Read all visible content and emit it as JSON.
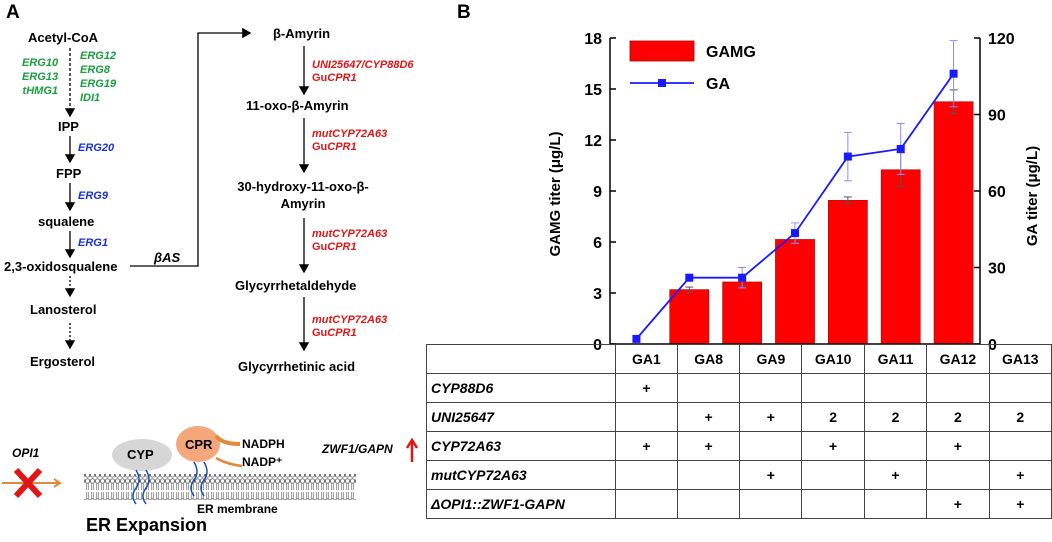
{
  "panelA": {
    "letter": "A",
    "left_pathway": {
      "acetyl": "Acetyl-CoA",
      "mva_genes_left": [
        "ERG10",
        "ERG13",
        "tHMG1"
      ],
      "mva_genes_right": [
        "ERG12",
        "ERG8",
        "ERG19",
        "IDI1"
      ],
      "ipp": "IPP",
      "erg20": "ERG20",
      "fpp": "FPP",
      "erg9": "ERG9",
      "squalene": "squalene",
      "erg1": "ERG1",
      "oxidosqualene": "2,3-oxidosqualene",
      "lanosterol": "Lanosterol",
      "ergosterol": "Ergosterol",
      "bas": "βAS"
    },
    "right_pathway": {
      "amyrin": "β-Amyrin",
      "step1_gene": "UNI25647/CYP88D6",
      "step1_prefix": "Gu",
      "step1_cpr": "CPR1",
      "oxo_amyrin": "11-oxo-β-Amyrin",
      "step2_gene": "mutCYP72A63",
      "step2_prefix": "Gu",
      "step2_cpr": "CPR1",
      "hydroxy_line1": "30-hydroxy-11-oxo-β-",
      "hydroxy_line2": "Amyrin",
      "step3_gene": "mutCYP72A63",
      "step3_prefix": "Gu",
      "step3_cpr": "CPR1",
      "aldehyde": "Glycyrrhetaldehyde",
      "step4_gene": "mutCYP72A63",
      "step4_prefix": "Gu",
      "step4_cpr": "CPR1",
      "acid": "Glycyrrhetinic acid"
    },
    "er_diagram": {
      "opi1": "OPI1",
      "cyp": "CYP",
      "cpr": "CPR",
      "nadph": "NADPH",
      "nadp": "NADP⁺",
      "zwf": "ZWF1/GAPN",
      "er_membrane": "ER membrane",
      "er_expansion": "ER Expansion"
    }
  },
  "panelB": {
    "letter": "B",
    "strains": [
      "GA1",
      "GA8",
      "GA9",
      "GA10",
      "GA11",
      "GA12",
      "GA13"
    ],
    "rows": [
      {
        "label": "CYP88D6",
        "cells": [
          "+",
          "",
          "",
          "",
          "",
          "",
          ""
        ]
      },
      {
        "label": "UNI25647",
        "cells": [
          "",
          "+",
          "+",
          "2",
          "2",
          "2",
          "2"
        ]
      },
      {
        "label": "CYP72A63",
        "cells": [
          "+",
          "+",
          "",
          "+",
          "",
          "+",
          ""
        ]
      },
      {
        "label": "mutCYP72A63",
        "cells": [
          "",
          "",
          "+",
          "",
          "+",
          "",
          "+"
        ]
      },
      {
        "label": "ΔOPI1::ZWF1-GAPN",
        "cells": [
          "",
          "",
          "",
          "",
          "",
          "+",
          "+"
        ]
      }
    ]
  },
  "chart_data": {
    "type": "bar",
    "categories": [
      "GA1",
      "GA8",
      "GA9",
      "GA10",
      "GA11",
      "GA12",
      "GA13"
    ],
    "series": [
      {
        "name": "GAMG",
        "type": "bar",
        "axis": "left",
        "color": "#ff0000",
        "values": [
          0,
          3.2,
          3.65,
          6.15,
          8.45,
          10.25,
          14.25
        ],
        "errors": [
          0,
          0.15,
          0.25,
          0.25,
          0.2,
          1.0,
          0.7
        ]
      },
      {
        "name": "GA",
        "type": "line",
        "axis": "right",
        "color": "#1a1aff",
        "values": [
          2,
          26,
          26,
          43.5,
          73.5,
          76.5,
          106
        ],
        "errors": [
          0,
          0.8,
          4,
          4,
          9.5,
          10,
          13
        ]
      }
    ],
    "ylabel_left": "GAMG titer (μg/L)",
    "ylabel_right": "GA titer (μg/L)",
    "ylim_left": [
      0,
      18
    ],
    "ylim_right": [
      0,
      120
    ],
    "yticks_left": [
      "0",
      "3",
      "6",
      "9",
      "12",
      "15",
      "18"
    ],
    "yticks_right": [
      "0",
      "30",
      "60",
      "90",
      "120"
    ],
    "legend_position": "top-left"
  }
}
